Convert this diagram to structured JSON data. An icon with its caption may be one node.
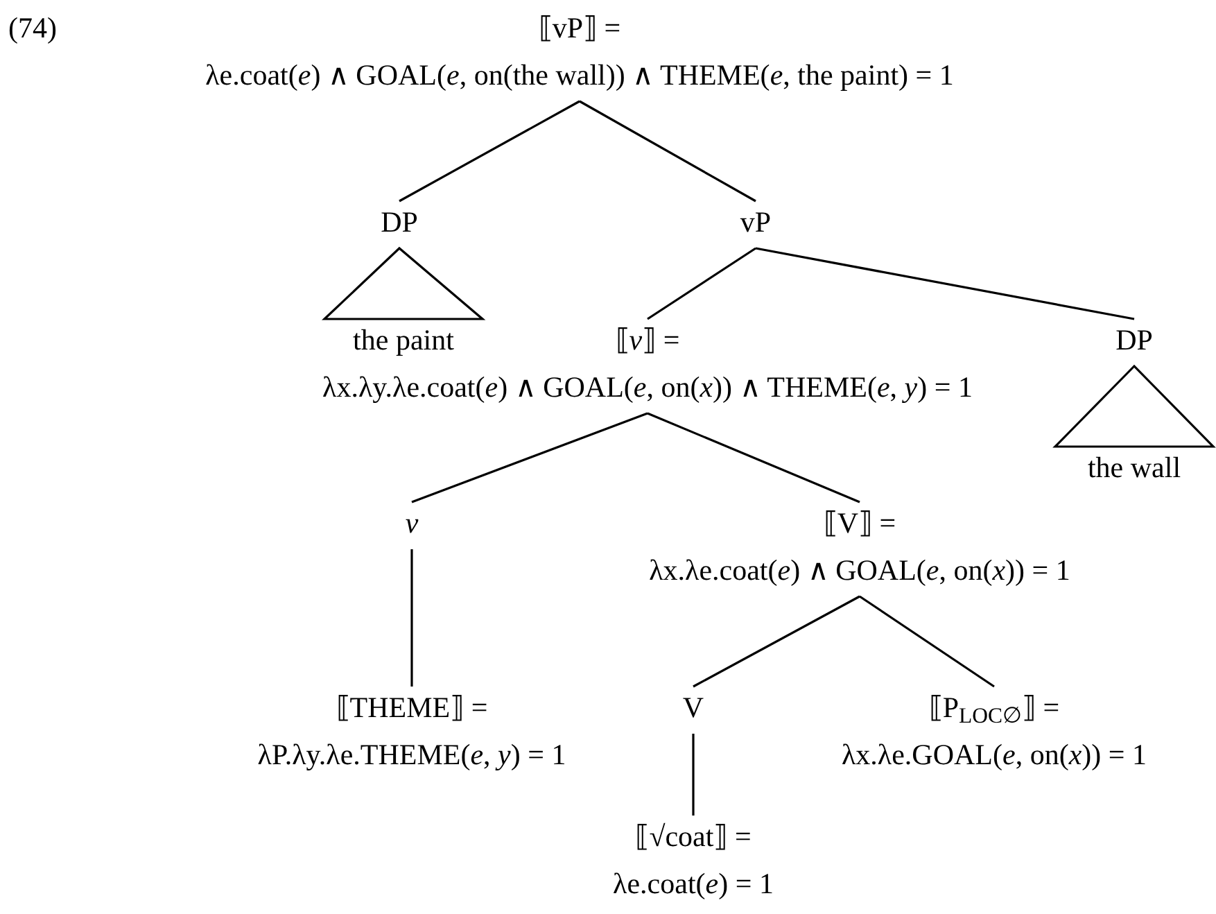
{
  "diagram": {
    "nodes": [
      {
        "text": [
          "⟦vP⟧ =",
          "λe.coat(*e*) ∧ GOAL(*e*, on(the wall)) ∧ THEME(*e*, the paint) = 1"
        ]
      },
      {
        "text": [
          "DP"
        ]
      },
      {
        "text": [
          "the paint"
        ]
      },
      {
        "text": [
          "vP"
        ]
      },
      {
        "text": [
          "⟦*v*⟧ =",
          "λx.λy.λe.coat(*e*) ∧ GOAL(*e*, on(*x*)) ∧ THEME(*e*, *y*) = 1"
        ]
      },
      {
        "text": [
          "DP"
        ]
      },
      {
        "text": [
          "the wall"
        ]
      },
      {
        "text": [
          "*v*"
        ]
      },
      {
        "text": [
          "⟦V⟧ =",
          "λx.λe.coat(*e*) ∧ GOAL(*e*, on(*x*)) = 1"
        ]
      },
      {
        "text": [
          "⟦THEME⟧ =",
          "λP.λy.λe.THEME(*e*, *y*) = 1"
        ]
      },
      {
        "text": [
          "V"
        ]
      },
      {
        "text": [
          "⟦P$_{LOC∅}$⟧ =",
          "λx.λe.GOAL(*e*, on(*x*)) = 1"
        ]
      },
      {
        "text": [
          "⟦√coat⟧ =",
          "λe.coat(*e*) = 1"
        ]
      }
    ],
    "edges": [
      {
        "from": 0,
        "to": 1,
        "arrow": "none"
      },
      {
        "from": 0,
        "to": 3,
        "arrow": "none"
      },
      {
        "from": 1,
        "to": 2,
        "arrow": "none"
      },
      {
        "from": 3,
        "to": 4,
        "arrow": "none"
      },
      {
        "from": 3,
        "to": 5,
        "arrow": "none"
      },
      {
        "from": 5,
        "to": 6,
        "arrow": "none"
      },
      {
        "from": 4,
        "to": 7,
        "arrow": "none"
      },
      {
        "from": 4,
        "to": 8,
        "arrow": "none"
      },
      {
        "from": 7,
        "to": 9,
        "arrow": "none"
      },
      {
        "from": 8,
        "to": 10,
        "arrow": "none"
      },
      {
        "from": 8,
        "to": 11,
        "arrow": "none"
      },
      {
        "from": 10,
        "to": 12,
        "arrow": "none"
      }
    ],
    "labels": [
      "(74)"
    ]
  }
}
